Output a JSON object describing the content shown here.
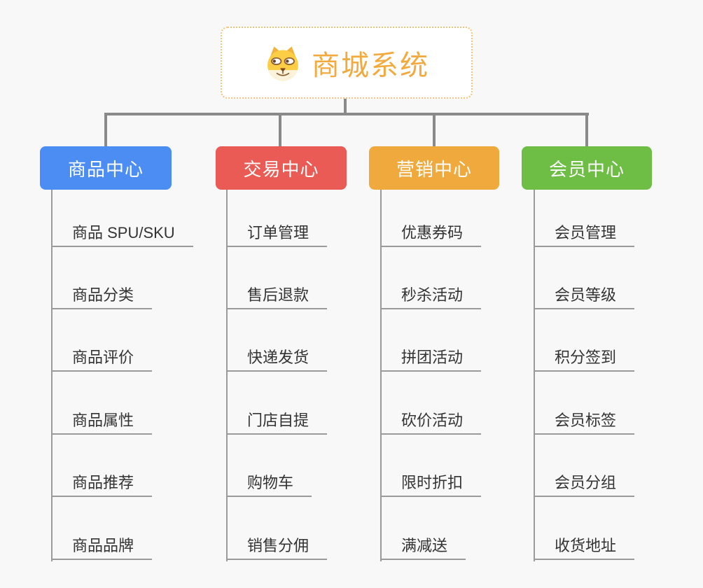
{
  "root": {
    "title": "商城系统",
    "title_color": "#F2A93E",
    "icon": "dog-face-icon"
  },
  "branches": [
    {
      "label": "商品中心",
      "color": "#4B8DF3",
      "items": [
        "商品 SPU/SKU",
        "商品分类",
        "商品评价",
        "商品属性",
        "商品推荐",
        "商品品牌"
      ]
    },
    {
      "label": "交易中心",
      "color": "#EB5B55",
      "items": [
        "订单管理",
        "售后退款",
        "快递发货",
        "门店自提",
        "购物车",
        "销售分佣"
      ]
    },
    {
      "label": "营销中心",
      "color": "#EFA93D",
      "items": [
        "优惠券码",
        "秒杀活动",
        "拼团活动",
        "砍价活动",
        "限时折扣",
        "满减送"
      ]
    },
    {
      "label": "会员中心",
      "color": "#6EBE45",
      "items": [
        "会员管理",
        "会员等级",
        "积分签到",
        "会员标签",
        "会员分组",
        "收货地址"
      ]
    }
  ],
  "connector_color": "#8A8A8A"
}
